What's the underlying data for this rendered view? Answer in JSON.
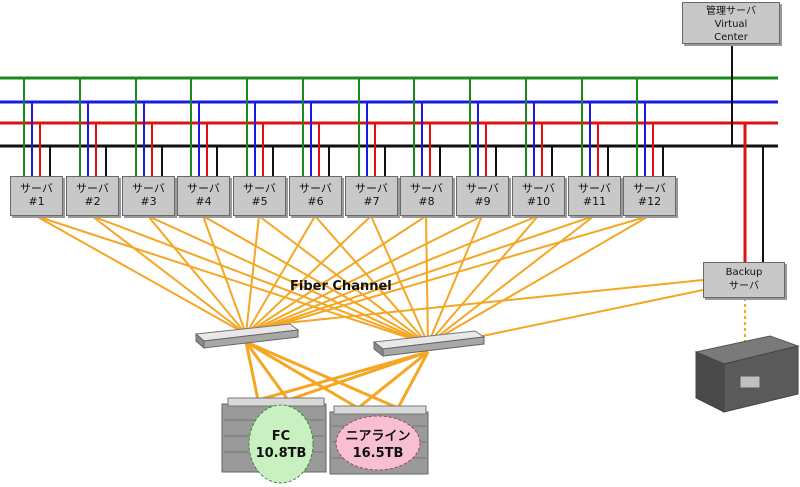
{
  "management_server": {
    "label": "管理サーバ\nVirtual\nCenter"
  },
  "servers": [
    {
      "label": "サーバ\n#1"
    },
    {
      "label": "サーバ\n#2"
    },
    {
      "label": "サーバ\n#3"
    },
    {
      "label": "サーバ\n#4"
    },
    {
      "label": "サーバ\n#5"
    },
    {
      "label": "サーバ\n#6"
    },
    {
      "label": "サーバ\n#7"
    },
    {
      "label": "サーバ\n#8"
    },
    {
      "label": "サーバ\n#9"
    },
    {
      "label": "サーバ\n#10"
    },
    {
      "label": "サーバ\n#11"
    },
    {
      "label": "サーバ\n#12"
    }
  ],
  "backup_server": {
    "label": "Backup\nサーバ"
  },
  "fabric_label": "Fiber Channel",
  "storage": [
    {
      "label": "FC\n10.8TB"
    },
    {
      "label": "ニアライン\n16.5TB"
    }
  ],
  "colors": {
    "network_green": "#1a8a1a",
    "network_blue": "#1a1adf",
    "network_red": "#e01010",
    "network_black": "#111111",
    "fiber": "#f5a623",
    "fc_disk": "#c8f0c0",
    "nearline_disk": "#f7bfd0"
  }
}
